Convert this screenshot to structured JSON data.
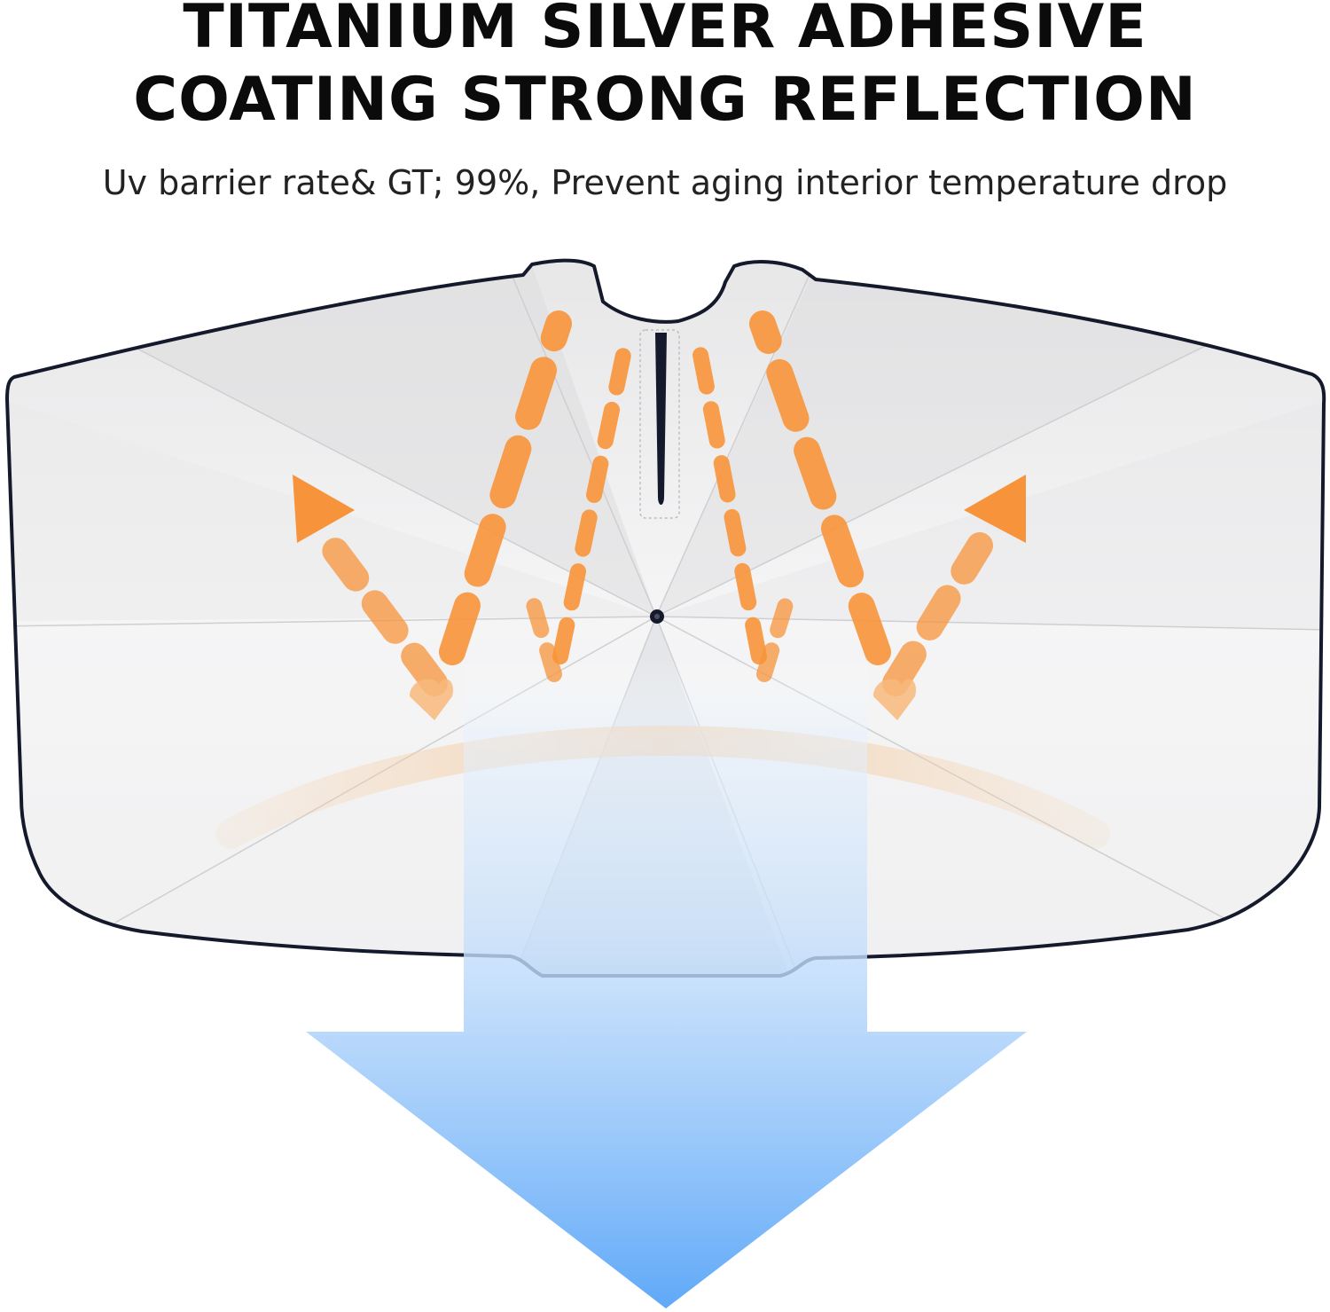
{
  "heading": {
    "line1": "TITANIUM SILVER ADHESIVE",
    "line2": "COATING STRONG REFLECTION",
    "subtitle": "Uv barrier rate& GT; 99%, Prevent aging interior temperature drop"
  },
  "colors": {
    "heading_text": "#0b0b0b",
    "reflection_orange": "#f7933a",
    "heat_band": "#f6cfa5",
    "cool_arrow_top": "#c9e2fb",
    "cool_arrow_bottom": "#66aef8",
    "shade_outline": "#141a2c",
    "shade_fabric": "#ededee"
  }
}
